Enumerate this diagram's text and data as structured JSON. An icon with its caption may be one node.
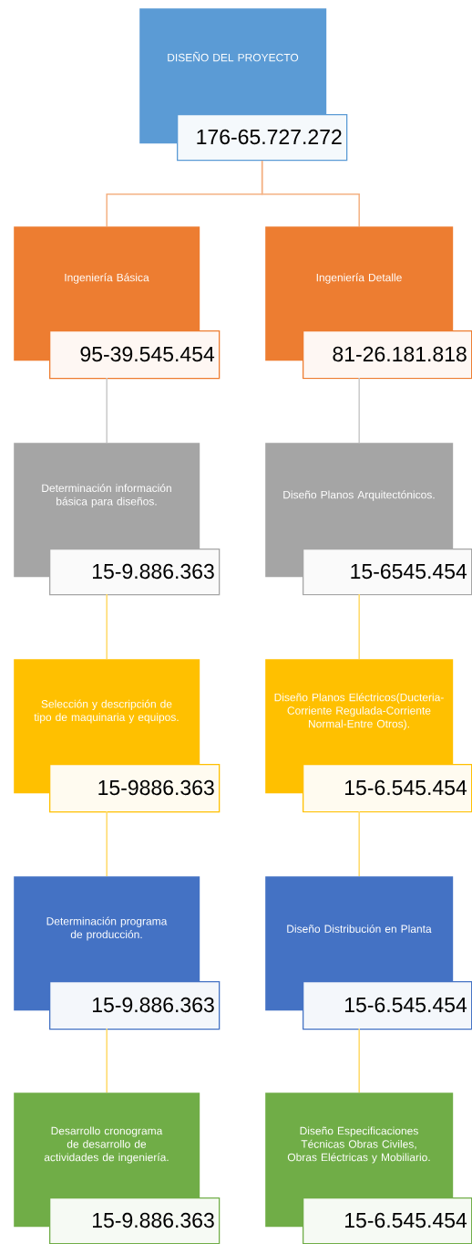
{
  "diagram": {
    "nodes": [
      {
        "text": [
          "DISEÑO DEL PROYECTO",
          "176-65.727.272"
        ]
      },
      {
        "text": [
          "Ingeniería Básica",
          "95-39.545.454"
        ]
      },
      {
        "text": [
          "Ingeniería Detalle",
          "81-26.181.818"
        ]
      },
      {
        "text": [
          "Determinación información básica para diseños.",
          "15-9.886.363"
        ]
      },
      {
        "text": [
          "Diseño Planos Arquitectónicos.",
          "15-6545.454"
        ]
      },
      {
        "text": [
          "Selección y descripción de tipo de maquinaria y equipos.",
          "15-9886.363"
        ]
      },
      {
        "text": [
          "Diseño Planos Eléctricos(Ducteria-Corriente Regulada-Corriente Normal-Entre Otros).",
          "15-6.545.454"
        ]
      },
      {
        "text": [
          "Determinación programa de producción.",
          "15-9.886.363"
        ]
      },
      {
        "text": [
          "Diseño Distribución en Planta",
          "15-6.545.454"
        ]
      },
      {
        "text": [
          "Desarrollo cronograma de desarrollo de actividades de ingeniería.",
          "15-9.886.363"
        ]
      },
      {
        "text": [
          "Diseño Especificaciones Técnicas Obras Civiles, Obras Eléctricas y Mobiliario.",
          "15-6.545.454"
        ]
      }
    ],
    "edges": [
      {
        "from": 0,
        "to": 1,
        "arrow": "none",
        "color": "#f4b183"
      },
      {
        "from": 0,
        "to": 2,
        "arrow": "none",
        "color": "#f4b183"
      },
      {
        "from": 1,
        "to": 3,
        "arrow": "none",
        "color": "#c9c9c9"
      },
      {
        "from": 2,
        "to": 4,
        "arrow": "none",
        "color": "#c9c9c9"
      },
      {
        "from": 3,
        "to": 5,
        "arrow": "none"
      },
      {
        "from": 4,
        "to": 6,
        "arrow": "none"
      },
      {
        "from": 5,
        "to": 7,
        "arrow": "none"
      },
      {
        "from": 6,
        "to": 8,
        "arrow": "none"
      },
      {
        "from": 7,
        "to": 9,
        "arrow": "none"
      },
      {
        "from": 8,
        "to": 10,
        "arrow": "none"
      }
    ]
  }
}
